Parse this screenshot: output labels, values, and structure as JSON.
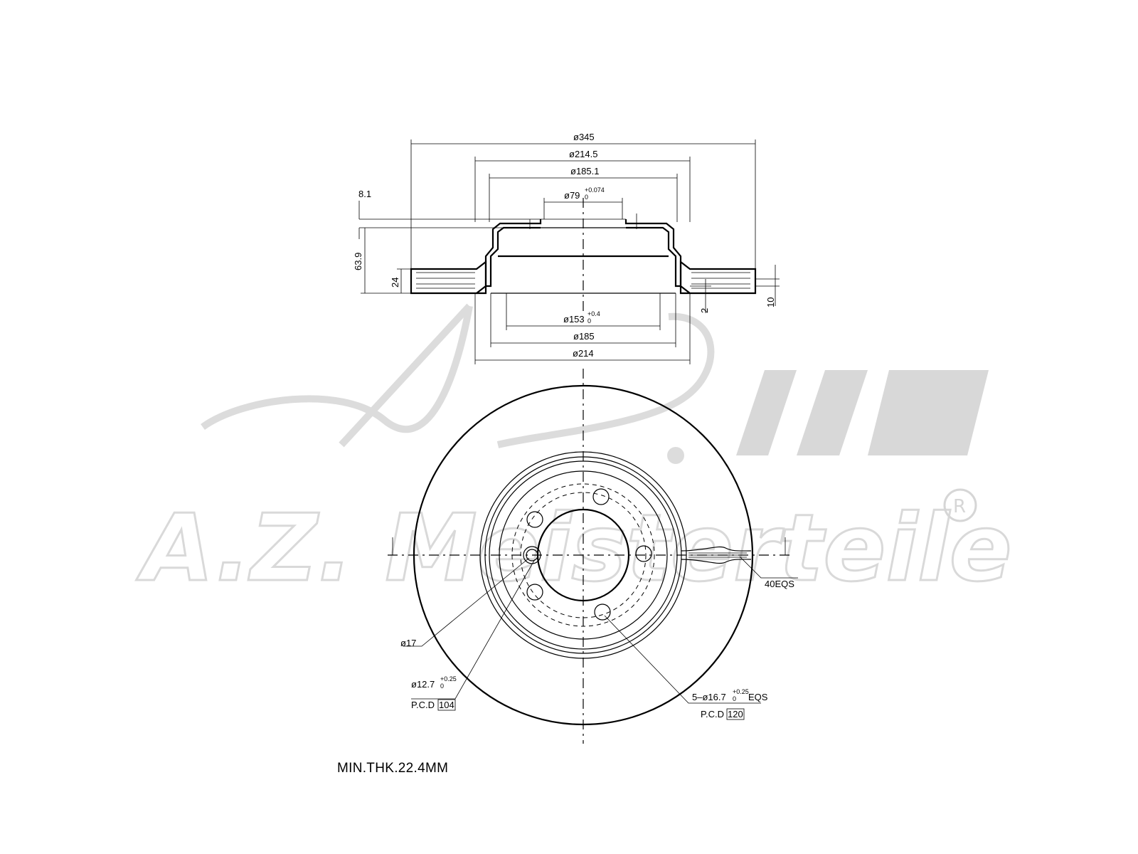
{
  "section_view": {
    "dims_top": {
      "d345": "ø345",
      "d214_5": "ø214.5",
      "d185_1": "ø185.1",
      "d79": "ø79",
      "d79_tol_upper": "+0.074",
      "d79_tol_lower": "0"
    },
    "dims_left": {
      "d8_1": "8.1",
      "d63_9": "63.9",
      "d24": "24"
    },
    "dims_right": {
      "d2": "2",
      "d10": "10"
    },
    "dims_bottom": {
      "d153": "ø153",
      "d153_tol_upper": "+0.4",
      "d153_tol_lower": "0",
      "d185": "ø185",
      "d214": "ø214"
    }
  },
  "plan_view": {
    "label_40eqs": "40EQS",
    "label_17": "ø17",
    "label_12_7": "ø12.7",
    "label_12_7_tol_upper": "+0.25",
    "label_12_7_tol_lower": "0",
    "pcd_label_1": "P.C.D",
    "pcd_value_1": "104",
    "label_16_7": "5–ø16.7",
    "label_16_7_tol_upper": "+0.25",
    "label_16_7_tol_lower": "0",
    "label_16_7_suffix": "EQS",
    "pcd_label_2": "P.C.D",
    "pcd_value_2": "120"
  },
  "note": {
    "min_thickness": "MIN.THK.22.4MM"
  },
  "watermark": {
    "brand": "A.Z. Meisterteile",
    "registered_mark": "R"
  }
}
